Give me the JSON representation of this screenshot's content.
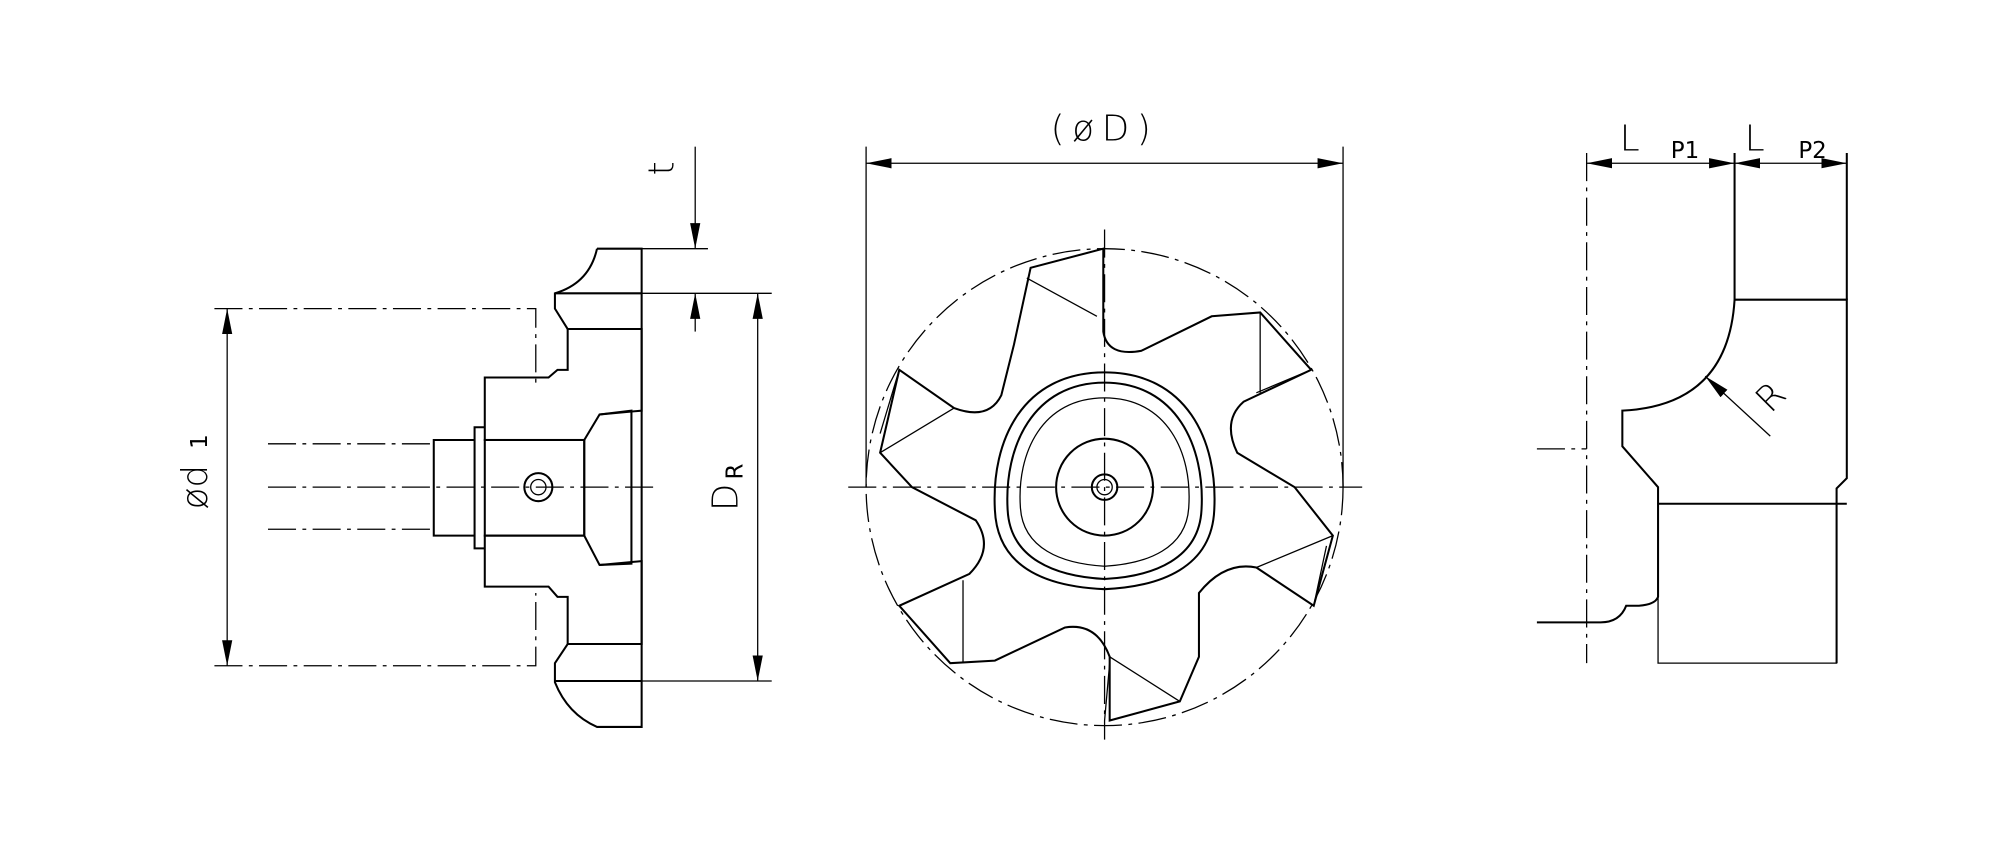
{
  "drawing": {
    "left_view": {
      "dia_label": "ød",
      "dia_sub": "1",
      "dr_label": "D",
      "dr_sub": "R",
      "t_label": "t"
    },
    "front_view": {
      "dia_label": "(øD)"
    },
    "side_view": {
      "l1_label": "L",
      "l1_sub": "P1",
      "l2_label": "L",
      "l2_sub": "P2",
      "r_label": "R"
    }
  }
}
